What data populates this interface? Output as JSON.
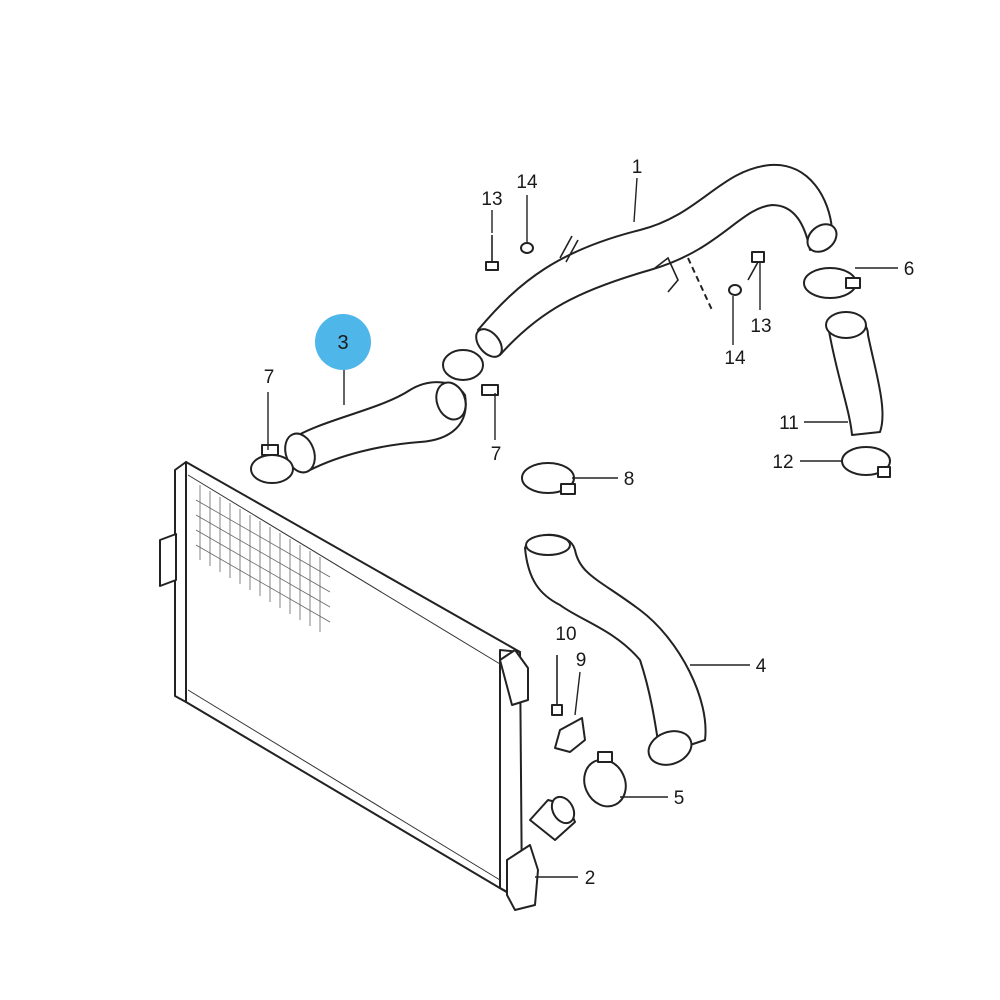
{
  "diagram": {
    "highlight_color": "#4FB6EA",
    "callouts": {
      "p1": "1",
      "p2": "2",
      "p3": "3",
      "p4": "4",
      "p5": "5",
      "p6": "6",
      "p7a": "7",
      "p7b": "7",
      "p8": "8",
      "p9": "9",
      "p10": "10",
      "p11": "11",
      "p12": "12",
      "p13a": "13",
      "p13b": "13",
      "p14a": "14",
      "p14b": "14"
    },
    "highlighted_callout": "p3"
  }
}
